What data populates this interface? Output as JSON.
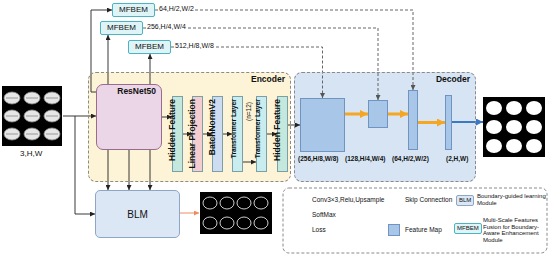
{
  "diagram": {
    "nodes": [
      {
        "text": [
          "MFBEM"
        ]
      },
      {
        "text": [
          "MFBEM"
        ]
      },
      {
        "text": [
          "MFBEM"
        ]
      },
      {
        "text": [
          "Encoder"
        ]
      },
      {
        "text": [
          "ResNet50"
        ],
        "in": 3
      },
      {
        "text": [
          "Hidden Feature"
        ],
        "in": 3
      },
      {
        "text": [
          "Linear Projection"
        ],
        "in": 3
      },
      {
        "text": [
          "BatchNormV2"
        ],
        "in": 3
      },
      {
        "text": [
          "Transformer Layer"
        ],
        "in": 3
      },
      {
        "text": [
          "Transformer Layer"
        ],
        "in": 3
      },
      {
        "text": [
          "Hidden Feature"
        ],
        "in": 3
      },
      {
        "text": [
          "Decoder"
        ]
      },
      {
        "text": [
          "(256,H/8,W/8)"
        ],
        "in": 11
      },
      {
        "text": [
          "(128,H/4,W/4)"
        ],
        "in": 11
      },
      {
        "text": [
          "(64,H/2,W/2)"
        ],
        "in": 11
      },
      {
        "text": [
          "(2,H,W)"
        ],
        "in": 11
      },
      {
        "text": [
          "BLM"
        ]
      }
    ],
    "edges": [
      {
        "from": 4,
        "to": 0,
        "arrow": "to"
      },
      {
        "from": 4,
        "to": 1,
        "arrow": "to"
      },
      {
        "from": 4,
        "to": 2,
        "arrow": "to"
      },
      {
        "from": 4,
        "to": 16,
        "arrow": "to"
      },
      {
        "from": 4,
        "to": 16,
        "arrow": "to"
      },
      {
        "from": 4,
        "to": 16,
        "arrow": "to"
      },
      {
        "from": 4,
        "to": 5,
        "arrow": "to"
      },
      {
        "from": 5,
        "to": 6,
        "arrow": "to"
      },
      {
        "from": 6,
        "to": 7,
        "arrow": "to"
      },
      {
        "from": 7,
        "to": 8,
        "arrow": "to"
      },
      {
        "from": 8,
        "to": 9,
        "arrow": "to"
      },
      {
        "from": 9,
        "to": 10,
        "arrow": "to"
      },
      {
        "from": 10,
        "to": 12,
        "arrow": "to"
      },
      {
        "from": 0,
        "to": 14,
        "arrow": "to"
      },
      {
        "from": 1,
        "to": 13,
        "arrow": "to"
      },
      {
        "from": 2,
        "to": 12,
        "arrow": "to"
      },
      {
        "from": 12,
        "to": 13,
        "arrow": "to"
      },
      {
        "from": 13,
        "to": 14,
        "arrow": "to"
      },
      {
        "from": 14,
        "to": 15,
        "arrow": "to"
      }
    ],
    "labels": [
      "64,H/2,W/2",
      "256,H/4,W/4",
      "512,H/8,W/8",
      "3,H,W",
      "(n=12)",
      "BLM",
      "MFBEM"
    ],
    "legend": [
      {
        "text": "Conv3×3,Relu,Upsample"
      },
      {
        "text": "Skip Connection"
      },
      {
        "text": "Boundary-guided learning Module"
      },
      {
        "text": "SoftMax"
      },
      {
        "text": "Loss"
      },
      {
        "text": "Feature Map",
        "color": "#a8c6e8"
      },
      {
        "text": "Multi-Scale Features Fusion for Boundary-Aware Enhancement Module"
      }
    ]
  }
}
